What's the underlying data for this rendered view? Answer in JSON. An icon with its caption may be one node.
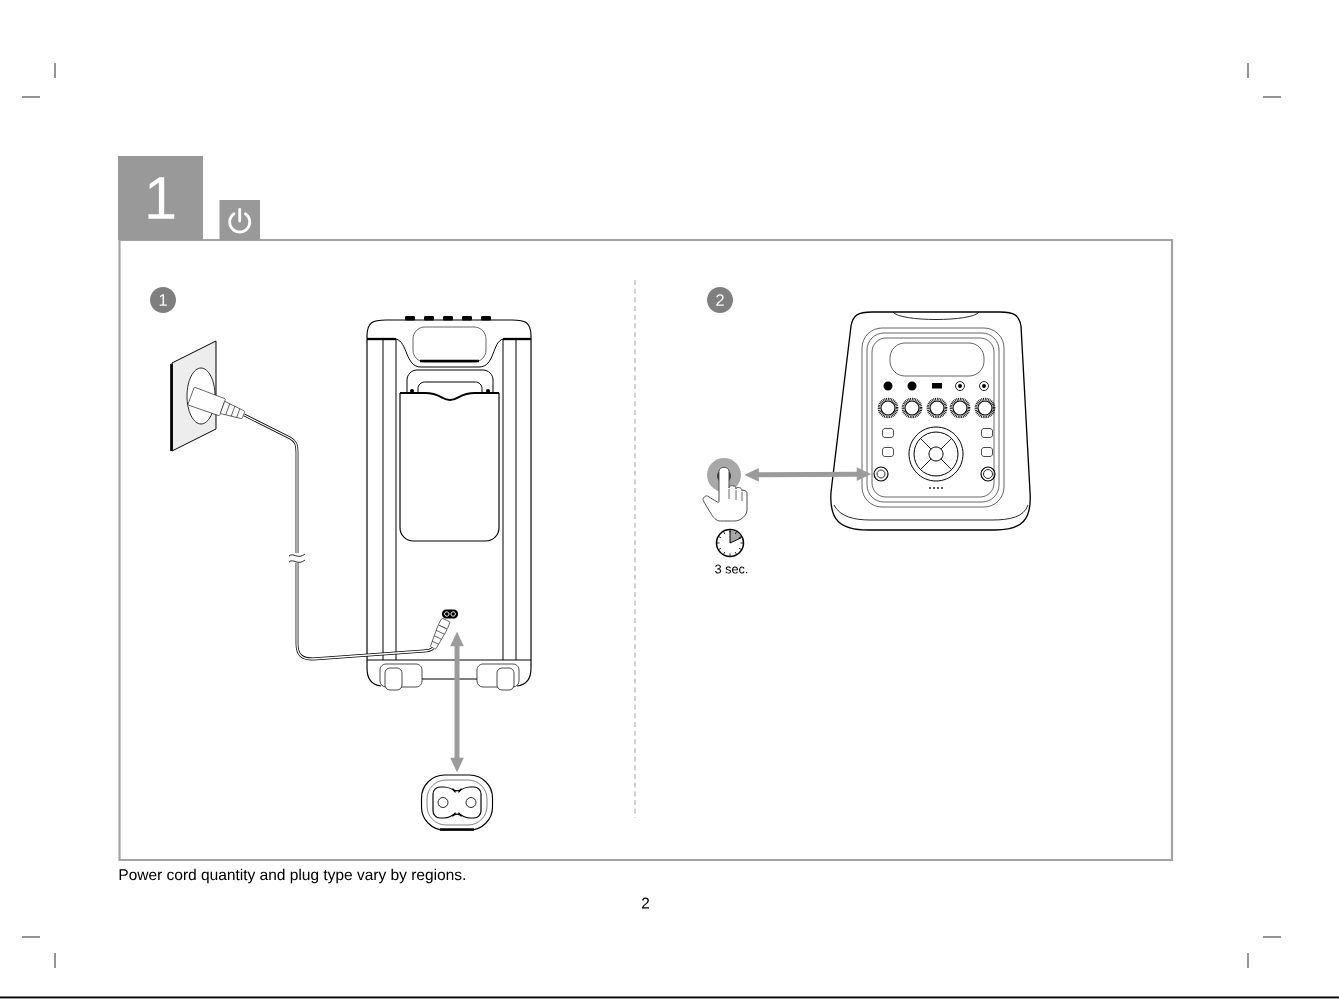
{
  "diagram": {
    "nodes": [
      {
        "text": [
          "1"
        ]
      },
      {
        "text": [
          "1"
        ]
      },
      {
        "text": [],
        "shape": "picture"
      },
      {
        "text": [],
        "shape": "picture"
      },
      {
        "text": [],
        "shape": "picture"
      },
      {
        "text": [
          "2"
        ]
      },
      {
        "text": [],
        "shape": "circle"
      },
      {
        "text": [],
        "shape": "circle"
      }
    ],
    "edges": [
      {
        "from": 2,
        "to": 3,
        "arrow": "none",
        "color": "#000000"
      },
      {
        "from": 3,
        "to": 4,
        "arrow": "both"
      },
      {
        "from": 6,
        "to": 7,
        "arrow": "both"
      }
    ],
    "labels": [
      "3 sec.",
      "Power cord quantity and plug type vary by regions.",
      "2"
    ]
  }
}
